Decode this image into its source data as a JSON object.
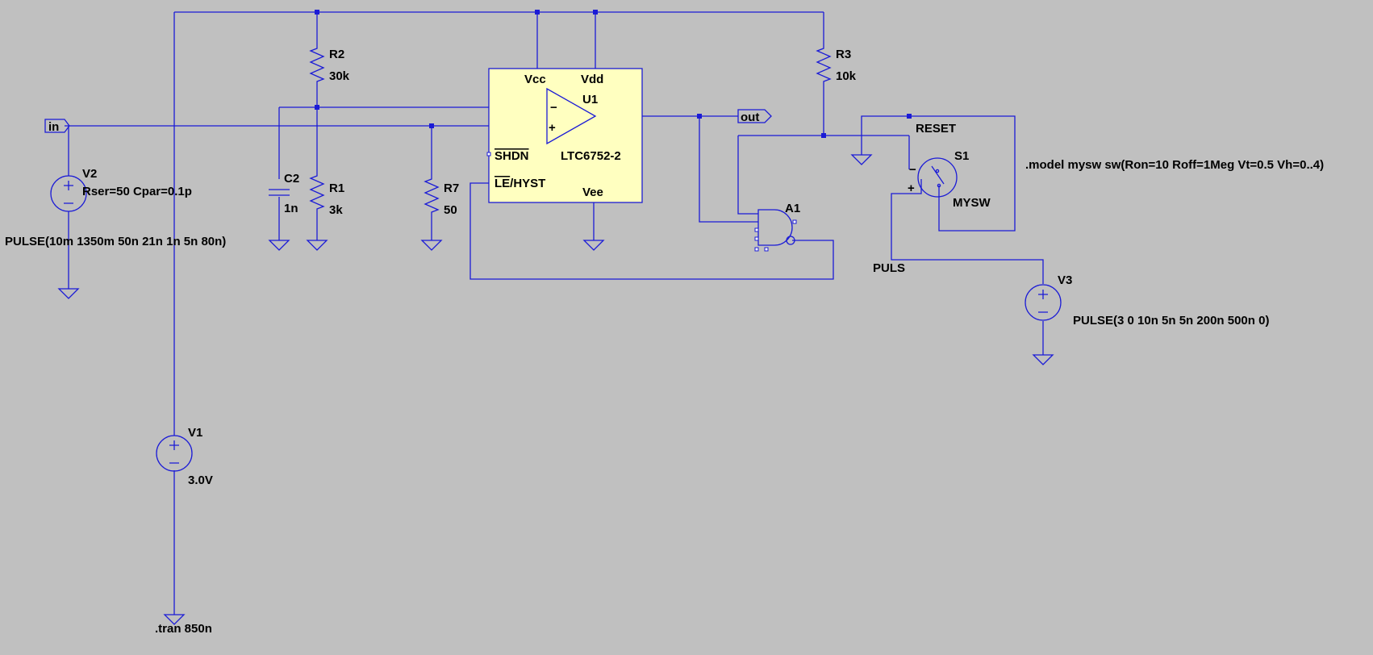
{
  "components": {
    "R2": {
      "name": "R2",
      "value": "30k"
    },
    "R1": {
      "name": "R1",
      "value": "3k"
    },
    "R3": {
      "name": "R3",
      "value": "10k"
    },
    "R7": {
      "name": "R7",
      "value": "50"
    },
    "C2": {
      "name": "C2",
      "value": "1n"
    },
    "V2": {
      "name": "V2",
      "params": "Rser=50 Cpar=0.1p",
      "source": "PULSE(10m 1350m 50n 21n 1n 5n 80n)"
    },
    "V1": {
      "name": "V1",
      "value": "3.0V"
    },
    "V3": {
      "name": "V3",
      "source": "PULSE(3 0 10n 5n 5n 200n 500n 0)"
    },
    "U1": {
      "name": "U1",
      "part": "LTC6752-2",
      "pins": {
        "vcc": "Vcc",
        "vdd": "Vdd",
        "shdn": "SHDN",
        "le_bar": "LE",
        "le_rest": "/HYST",
        "vee": "Vee"
      }
    },
    "A1": {
      "name": "A1"
    },
    "S1": {
      "name": "S1",
      "model": "MYSW"
    }
  },
  "net_labels": {
    "in": "in",
    "out": "out",
    "reset": "RESET",
    "puls": "PULS"
  },
  "directives": {
    "model": ".model mysw sw(Ron=10 Roff=1Meg Vt=0.5 Vh=0..4)",
    "tran": ".tran 850n"
  },
  "colors": {
    "background": "#c0c0c0",
    "wire": "#1b1bd6",
    "component_fill": "#ffffc0",
    "text": "#000000"
  }
}
